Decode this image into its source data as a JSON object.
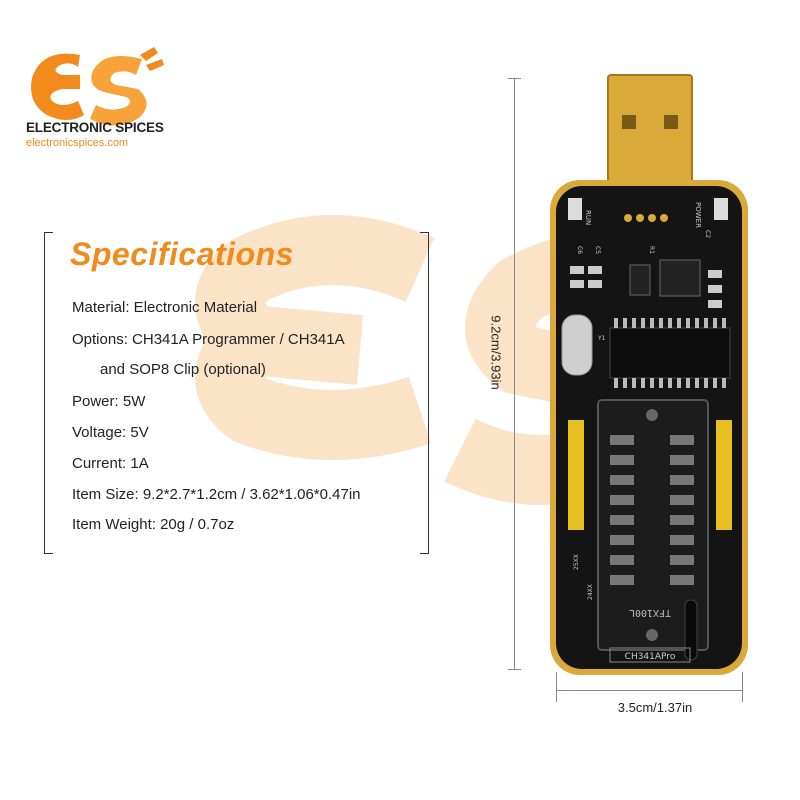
{
  "brand": {
    "name": "ELECTRONIC SPICES",
    "url": "electronicspices.com",
    "logo_text": "ES"
  },
  "colors": {
    "accent": "#f28a1c",
    "watermark": "#fbe3c8",
    "pcb": "#141414",
    "gold": "#d9a93a"
  },
  "specs": {
    "title": "Specifications",
    "lines": [
      "Material: Electronic Material",
      "Options: CH341A Programmer / CH341A",
      "and SOP8 Clip (optional)",
      "Power: 5W",
      "Voltage: 5V",
      "Current: 1A",
      "Item Size: 9.2*2.7*1.2cm / 3.62*1.06*0.47in",
      "Item Weight: 20g / 0.7oz"
    ]
  },
  "dimensions": {
    "height": "9.2cm/3.93in",
    "width": "3.5cm/1.37in"
  },
  "board": {
    "labels": {
      "run": "RUN",
      "power": "POWER",
      "model": "CH341APro",
      "socket": "TFX100L",
      "c6": "C6",
      "c5": "C5",
      "r1": "R1",
      "c2": "C2",
      "y1": "Y1",
      "xx25": "25XX",
      "xx24": "24XX"
    }
  }
}
